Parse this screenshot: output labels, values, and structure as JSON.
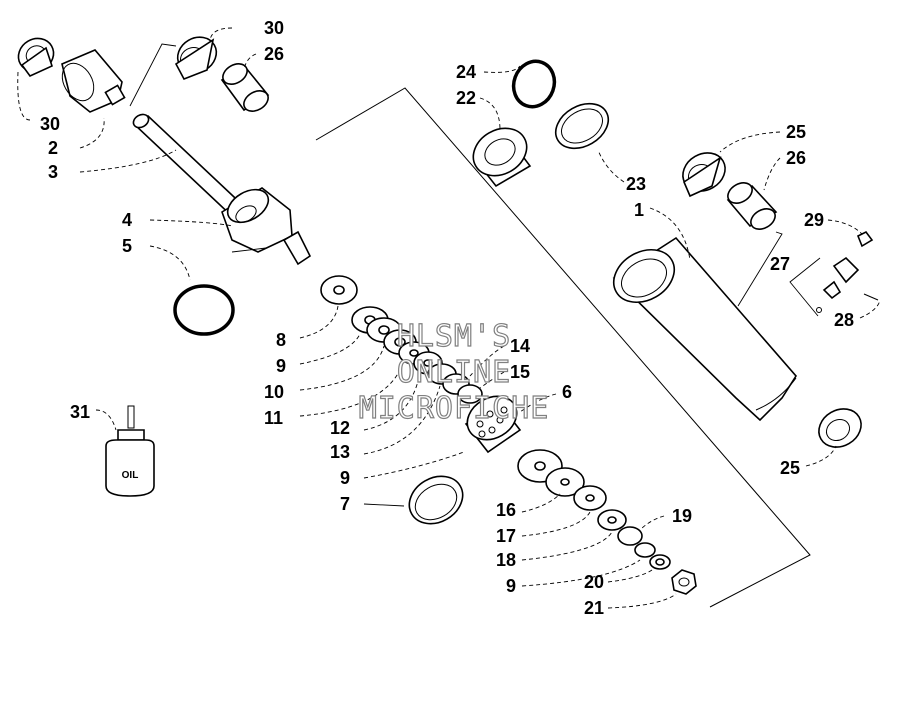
{
  "watermark": {
    "line1": "HLSM'S",
    "line2": "ONLINE",
    "line3": "MICROFICHE"
  },
  "oil_bottle_label": "OIL",
  "callouts": {
    "c1": "1",
    "c2": "2",
    "c3": "3",
    "c4": "4",
    "c5": "5",
    "c6": "6",
    "c7": "7",
    "c8": "8",
    "c9a": "9",
    "c9b": "9",
    "c9c": "9",
    "c10": "10",
    "c11": "11",
    "c12": "12",
    "c13": "13",
    "c14": "14",
    "c15": "15",
    "c16": "16",
    "c17": "17",
    "c18": "18",
    "c19": "19",
    "c20": "20",
    "c21": "21",
    "c22": "22",
    "c23": "23",
    "c24": "24",
    "c25a": "25",
    "c25b": "25",
    "c26a": "26",
    "c26b": "26",
    "c27": "27",
    "c28": "28",
    "c29": "29",
    "c30a": "30",
    "c30b": "30",
    "c31": "31"
  }
}
